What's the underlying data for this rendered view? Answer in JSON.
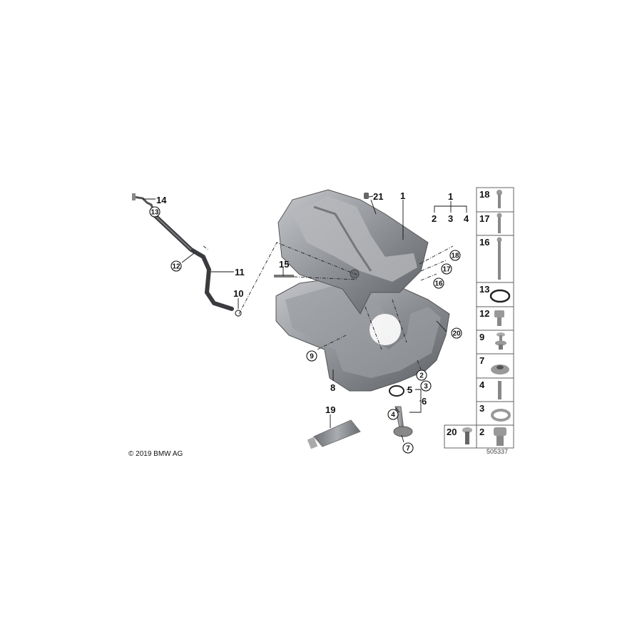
{
  "diagram": {
    "copyright": "© 2019 BMW AG",
    "image_number": "505337",
    "colors": {
      "part_metal": "#8e9196",
      "part_dark": "#3a3b3e",
      "line": "#111111"
    },
    "callouts": [
      {
        "label": "14",
        "style": "plain"
      },
      {
        "label": "13",
        "style": "circled"
      },
      {
        "label": "12",
        "style": "circled"
      },
      {
        "label": "11",
        "style": "plain"
      },
      {
        "label": "10",
        "style": "plain"
      },
      {
        "label": "15",
        "style": "plain"
      },
      {
        "label": "21",
        "style": "plain"
      },
      {
        "label": "1",
        "style": "plain"
      },
      {
        "label": "18",
        "style": "circled"
      },
      {
        "label": "17",
        "style": "circled"
      },
      {
        "label": "16",
        "style": "circled"
      },
      {
        "label": "20",
        "style": "circled"
      },
      {
        "label": "9",
        "style": "circled"
      },
      {
        "label": "8",
        "style": "plain"
      },
      {
        "label": "2",
        "style": "circled"
      },
      {
        "label": "3",
        "style": "circled"
      },
      {
        "label": "5",
        "style": "plain"
      },
      {
        "label": "6",
        "style": "plain"
      },
      {
        "label": "4",
        "style": "circled"
      },
      {
        "label": "7",
        "style": "circled"
      },
      {
        "label": "19",
        "style": "plain"
      }
    ],
    "set_bracket": {
      "parent": "1",
      "children": [
        "2",
        "3",
        "4"
      ]
    },
    "parts_table": [
      {
        "label": "18",
        "part": "bolt"
      },
      {
        "label": "17",
        "part": "bolt"
      },
      {
        "label": "16",
        "part": "long-bolt"
      },
      {
        "label": "13",
        "part": "o-ring"
      },
      {
        "label": "12",
        "part": "hex-bolt"
      },
      {
        "label": "9",
        "part": "expanding-rivet"
      },
      {
        "label": "7",
        "part": "flange-nut"
      },
      {
        "label": "4",
        "part": "stud"
      },
      {
        "label": "3",
        "part": "seal-ring"
      },
      {
        "label": "2",
        "part": "drain-plug"
      },
      {
        "label": "20",
        "part": "screw"
      }
    ]
  }
}
